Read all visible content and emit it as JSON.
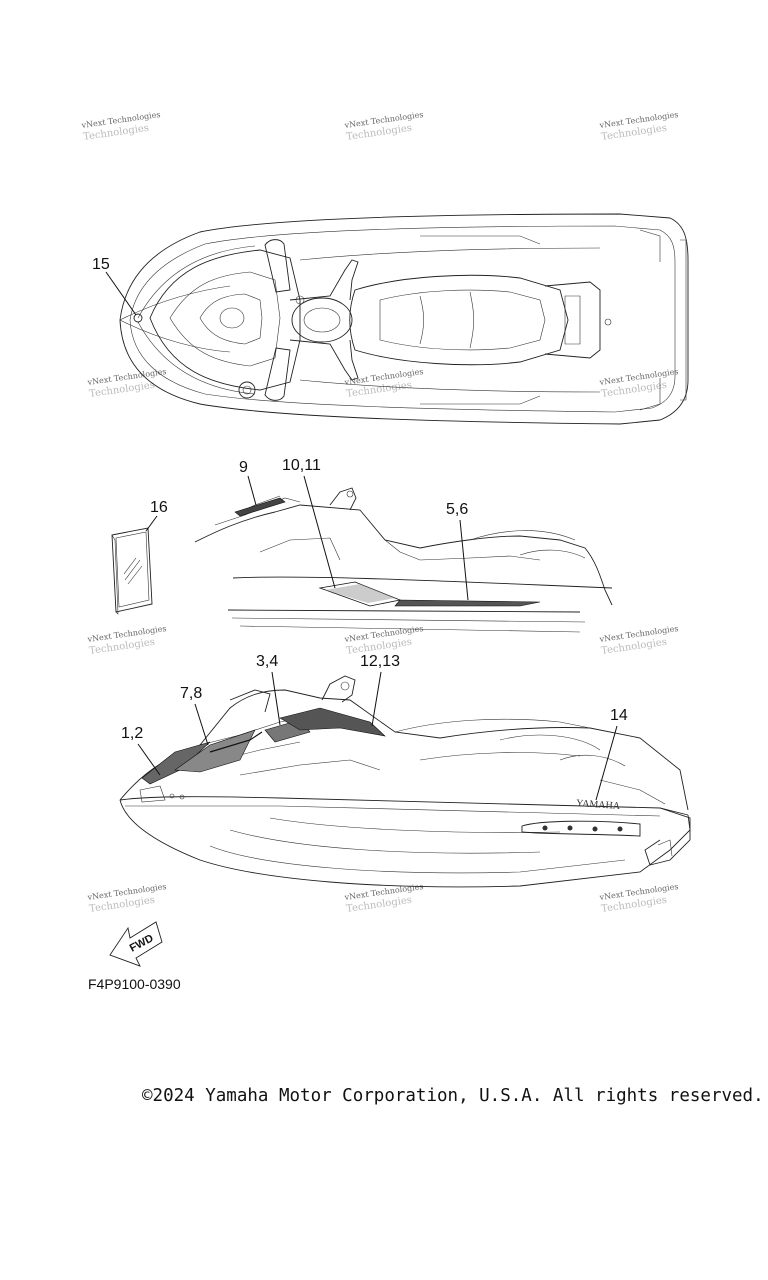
{
  "callouts": {
    "c15": "15",
    "c9": "9",
    "c1011": "10,11",
    "c16": "16",
    "c56": "5,6",
    "c34": "3,4",
    "c1213": "12,13",
    "c78": "7,8",
    "c12": "1,2",
    "c14": "14"
  },
  "watermark": {
    "line1": "vNext Technologies",
    "line2": "Technologies"
  },
  "fwd_label": "FWD",
  "brand_text": "YAMAHA",
  "figure_code": "F4P9100-0390",
  "copyright": "©2024 Yamaha Motor Corporation, U.S.A. All rights reserved."
}
